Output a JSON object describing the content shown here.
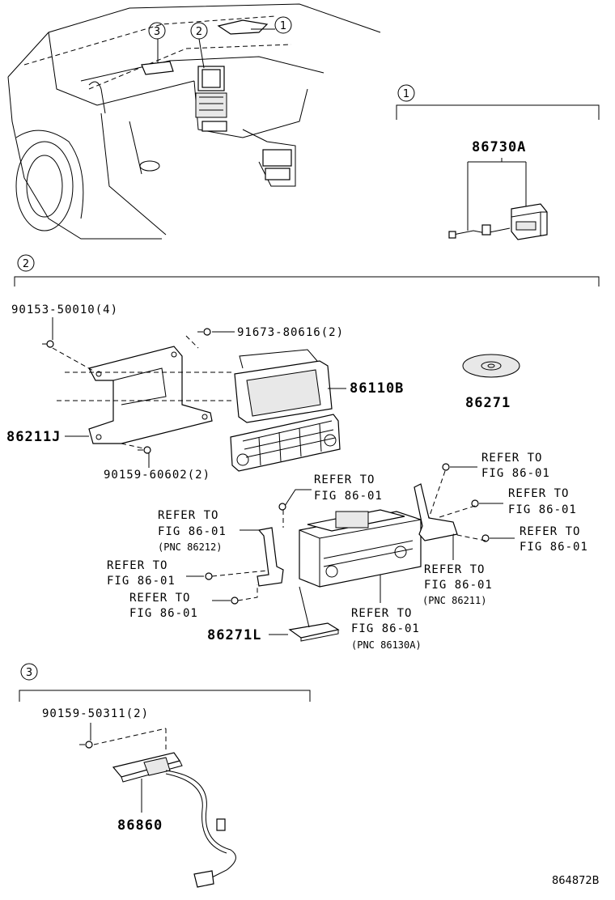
{
  "callouts": {
    "c1": "1",
    "c2": "2",
    "c3": "3"
  },
  "section1": {
    "marker": "1",
    "part": "86730A"
  },
  "section2": {
    "marker": "2",
    "bolt_top_left": "90153-50010(4)",
    "bolt_top_right": "91673-80616(2)",
    "display_unit": "86110B",
    "disc": "86271",
    "bracket": "86211J",
    "bolt_bottom": "90159-60602(2)",
    "refer_a": [
      "REFER TO",
      "FIG 86-01"
    ],
    "refer_b": [
      "REFER TO",
      "FIG 86-01",
      "(PNC 86212)"
    ],
    "refer_c": [
      "REFER TO",
      "FIG 86-01"
    ],
    "refer_d": [
      "REFER TO",
      "FIG 86-01"
    ],
    "refer_e": [
      "REFER TO",
      "FIG 86-01"
    ],
    "refer_f": [
      "REFER TO",
      "FIG 86-01"
    ],
    "refer_g": [
      "REFER TO",
      "FIG 86-01"
    ],
    "refer_h": [
      "REFER TO",
      "FIG 86-01",
      "(PNC 86211)"
    ],
    "refer_i": [
      "REFER TO",
      "FIG 86-01",
      "(PNC 86130A)"
    ],
    "module": "86271L"
  },
  "section3": {
    "marker": "3",
    "bolt": "90159-50311(2)",
    "part": "86860"
  },
  "figure_id": "864872B"
}
